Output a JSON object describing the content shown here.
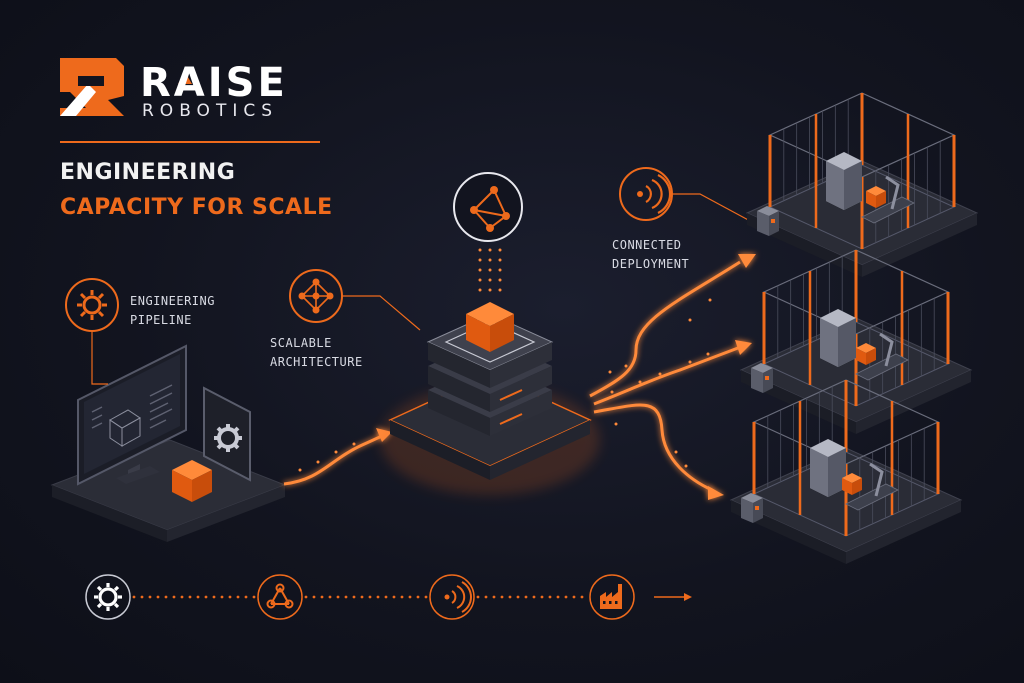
{
  "brand": {
    "name": "RAISE",
    "subtitle": "ROBOTICS",
    "accent_color": "#ee6a1c",
    "logo_icon": "r-logo-icon"
  },
  "heading": {
    "line1": "ENGINEERING",
    "line2": "CAPACITY FOR SCALE"
  },
  "labels": {
    "engineering_pipeline_line1": "ENGINEERING",
    "engineering_pipeline_line2": "PIPELINE",
    "scalable_architecture_line1": "SCALABLE",
    "scalable_architecture_line2": "ARCHITECTURE",
    "connected_deployment_line1": "CONNECTED",
    "connected_deployment_line2": "DEPLOYMENT"
  },
  "icons": {
    "pipeline": "gear-icon",
    "architecture": "network-nodes-icon",
    "top_node": "network-graph-icon",
    "deployment": "wireless-signal-icon",
    "factory": "factory-icon"
  },
  "bottom_flow": [
    "gear-icon",
    "network-nodes-icon",
    "wireless-signal-icon",
    "factory-icon"
  ],
  "colors": {
    "background": "#12141f",
    "accent": "#ee6a1c",
    "platform": "#2a2c36",
    "text": "#d9dbe4"
  }
}
